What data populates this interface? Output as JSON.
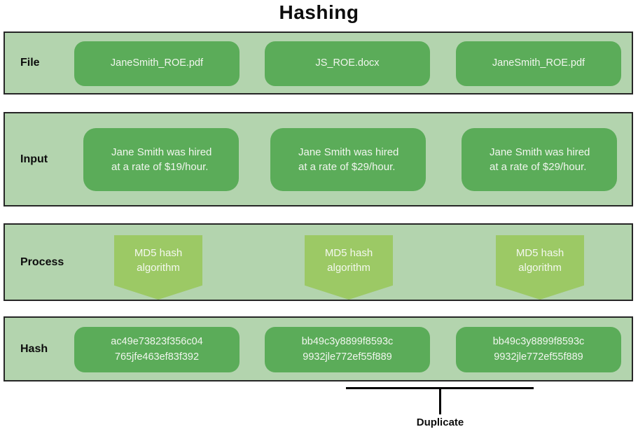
{
  "title": "Hashing",
  "colors": {
    "row_background": "#b3d4ae",
    "row_border": "#262626",
    "box_green": "#5bac59",
    "arrow_green": "#9cc965",
    "box_text": "#f1f6ee",
    "label_text": "#0d0d0d"
  },
  "rows": {
    "file": {
      "label": "File",
      "items": [
        "JaneSmith_ROE.pdf",
        "JS_ROE.docx",
        "JaneSmith_ROE.pdf"
      ]
    },
    "input": {
      "label": "Input",
      "items": [
        "Jane Smith was hired at a rate of $19/hour.",
        "Jane Smith was hired at a rate of $29/hour.",
        "Jane Smith was hired at a rate of $29/hour."
      ]
    },
    "process": {
      "label": "Process",
      "items": [
        "MD5 hash algorithm",
        "MD5 hash algorithm",
        "MD5 hash algorithm"
      ]
    },
    "hash": {
      "label": "Hash",
      "items": [
        "ac49e73823f356c04\n765jfe463ef83f392",
        "bb49c3y8899f8593c\n9932jle772ef55f889",
        "bb49c3y8899f8593c\n9932jle772ef55f889"
      ]
    }
  },
  "annotation": {
    "duplicate_label": "Duplicate"
  }
}
